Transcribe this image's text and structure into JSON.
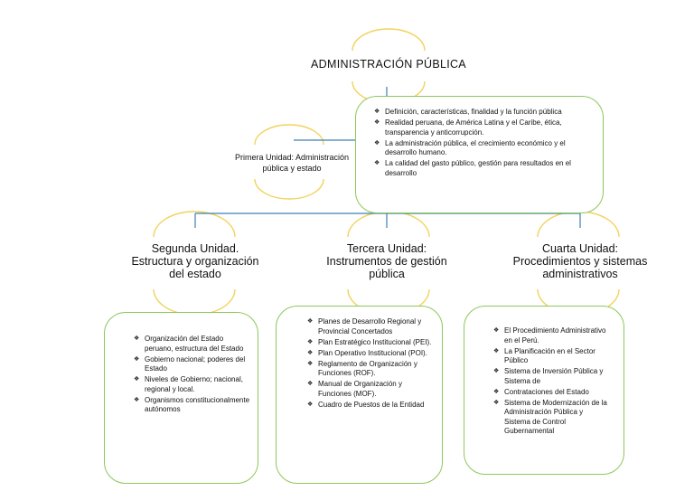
{
  "title": "ADMINISTRACIÓN PÚBLICA",
  "primera_unidad": {
    "line1": "Primera Unidad: Administración",
    "line2": "pública y estado",
    "items": [
      "Definición, características, finalidad y la función pública",
      "Realidad peruana, de América Latina y el Caribe, ética, transparencia y anticorrupción.",
      "La administración pública, el crecimiento económico y el desarrollo humano.",
      "La calidad del gasto público, gestión para resultados en el desarrollo"
    ]
  },
  "segunda_unidad": {
    "title_lines": [
      "Segunda Unidad.",
      "Estructura y organización",
      "del estado"
    ],
    "items": [
      "Organización del Estado peruano, estructura del Estado",
      "Gobierno nacional; poderes del Estado",
      "Niveles de Gobierno; nacional, regional y local.",
      "Organismos constitucionalmente autónomos"
    ]
  },
  "tercera_unidad": {
    "title_lines": [
      "Tercera Unidad:",
      "Instrumentos de gestión",
      "pública"
    ],
    "items": [
      "Planes de Desarrollo Regional y Provincial Concertados",
      "Plan Estratégico Institucional (PEI).",
      "Plan Operativo Institucional (POI).",
      "Reglamento de Organización y Funciones (ROF).",
      "Manual de Organización y Funciones (MOF).",
      "Cuadro de Puestos de la Entidad"
    ]
  },
  "cuarta_unidad": {
    "title_lines": [
      "Cuarta Unidad:",
      "Procedimientos y sistemas",
      "administrativos"
    ],
    "items": [
      "El Procedimiento Administrativo en el Perú.",
      "La Planificación en el Sector Público",
      "Sistema de Inversión Pública y Sistema de",
      "Contrataciones del Estado",
      "Sistema de Modernización de la Administración Pública y Sistema de Control Gubernamental"
    ]
  },
  "colors": {
    "connector": "#3f7fb5",
    "arc": "#f2d25a",
    "box_border": "#8cc85a"
  }
}
